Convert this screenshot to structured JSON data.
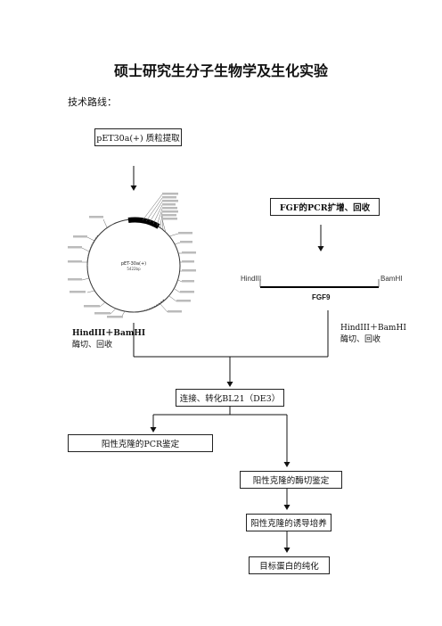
{
  "title": "硕士研究生分子生物学及生化实验",
  "subtitle": "技术路线：",
  "boxes": {
    "plasmid": "pET30a(+) 质粒提取",
    "fgf_pcr": "FGF的PCR扩增、回收",
    "ligation": "连接、转化BL21（DE3）",
    "pcr_id": "阳性克隆的PCR鉴定",
    "enzyme_id": "阳性克隆的酶切鉴定",
    "induction": "阳性克隆的诱导培养",
    "purification": "目标蛋白的纯化"
  },
  "left_digest": {
    "line1": "HindIII＋BamHI",
    "line2": "酶切、回收"
  },
  "right_digest": {
    "line1": "HindIII＋BamHI",
    "line2": "酶切、回收"
  },
  "gene": {
    "left_site": "HindIII",
    "right_site": "BamHI",
    "name": "FGF9"
  },
  "plasmid_map": {
    "name": "pET-30a(+)",
    "size": "5422bp"
  }
}
